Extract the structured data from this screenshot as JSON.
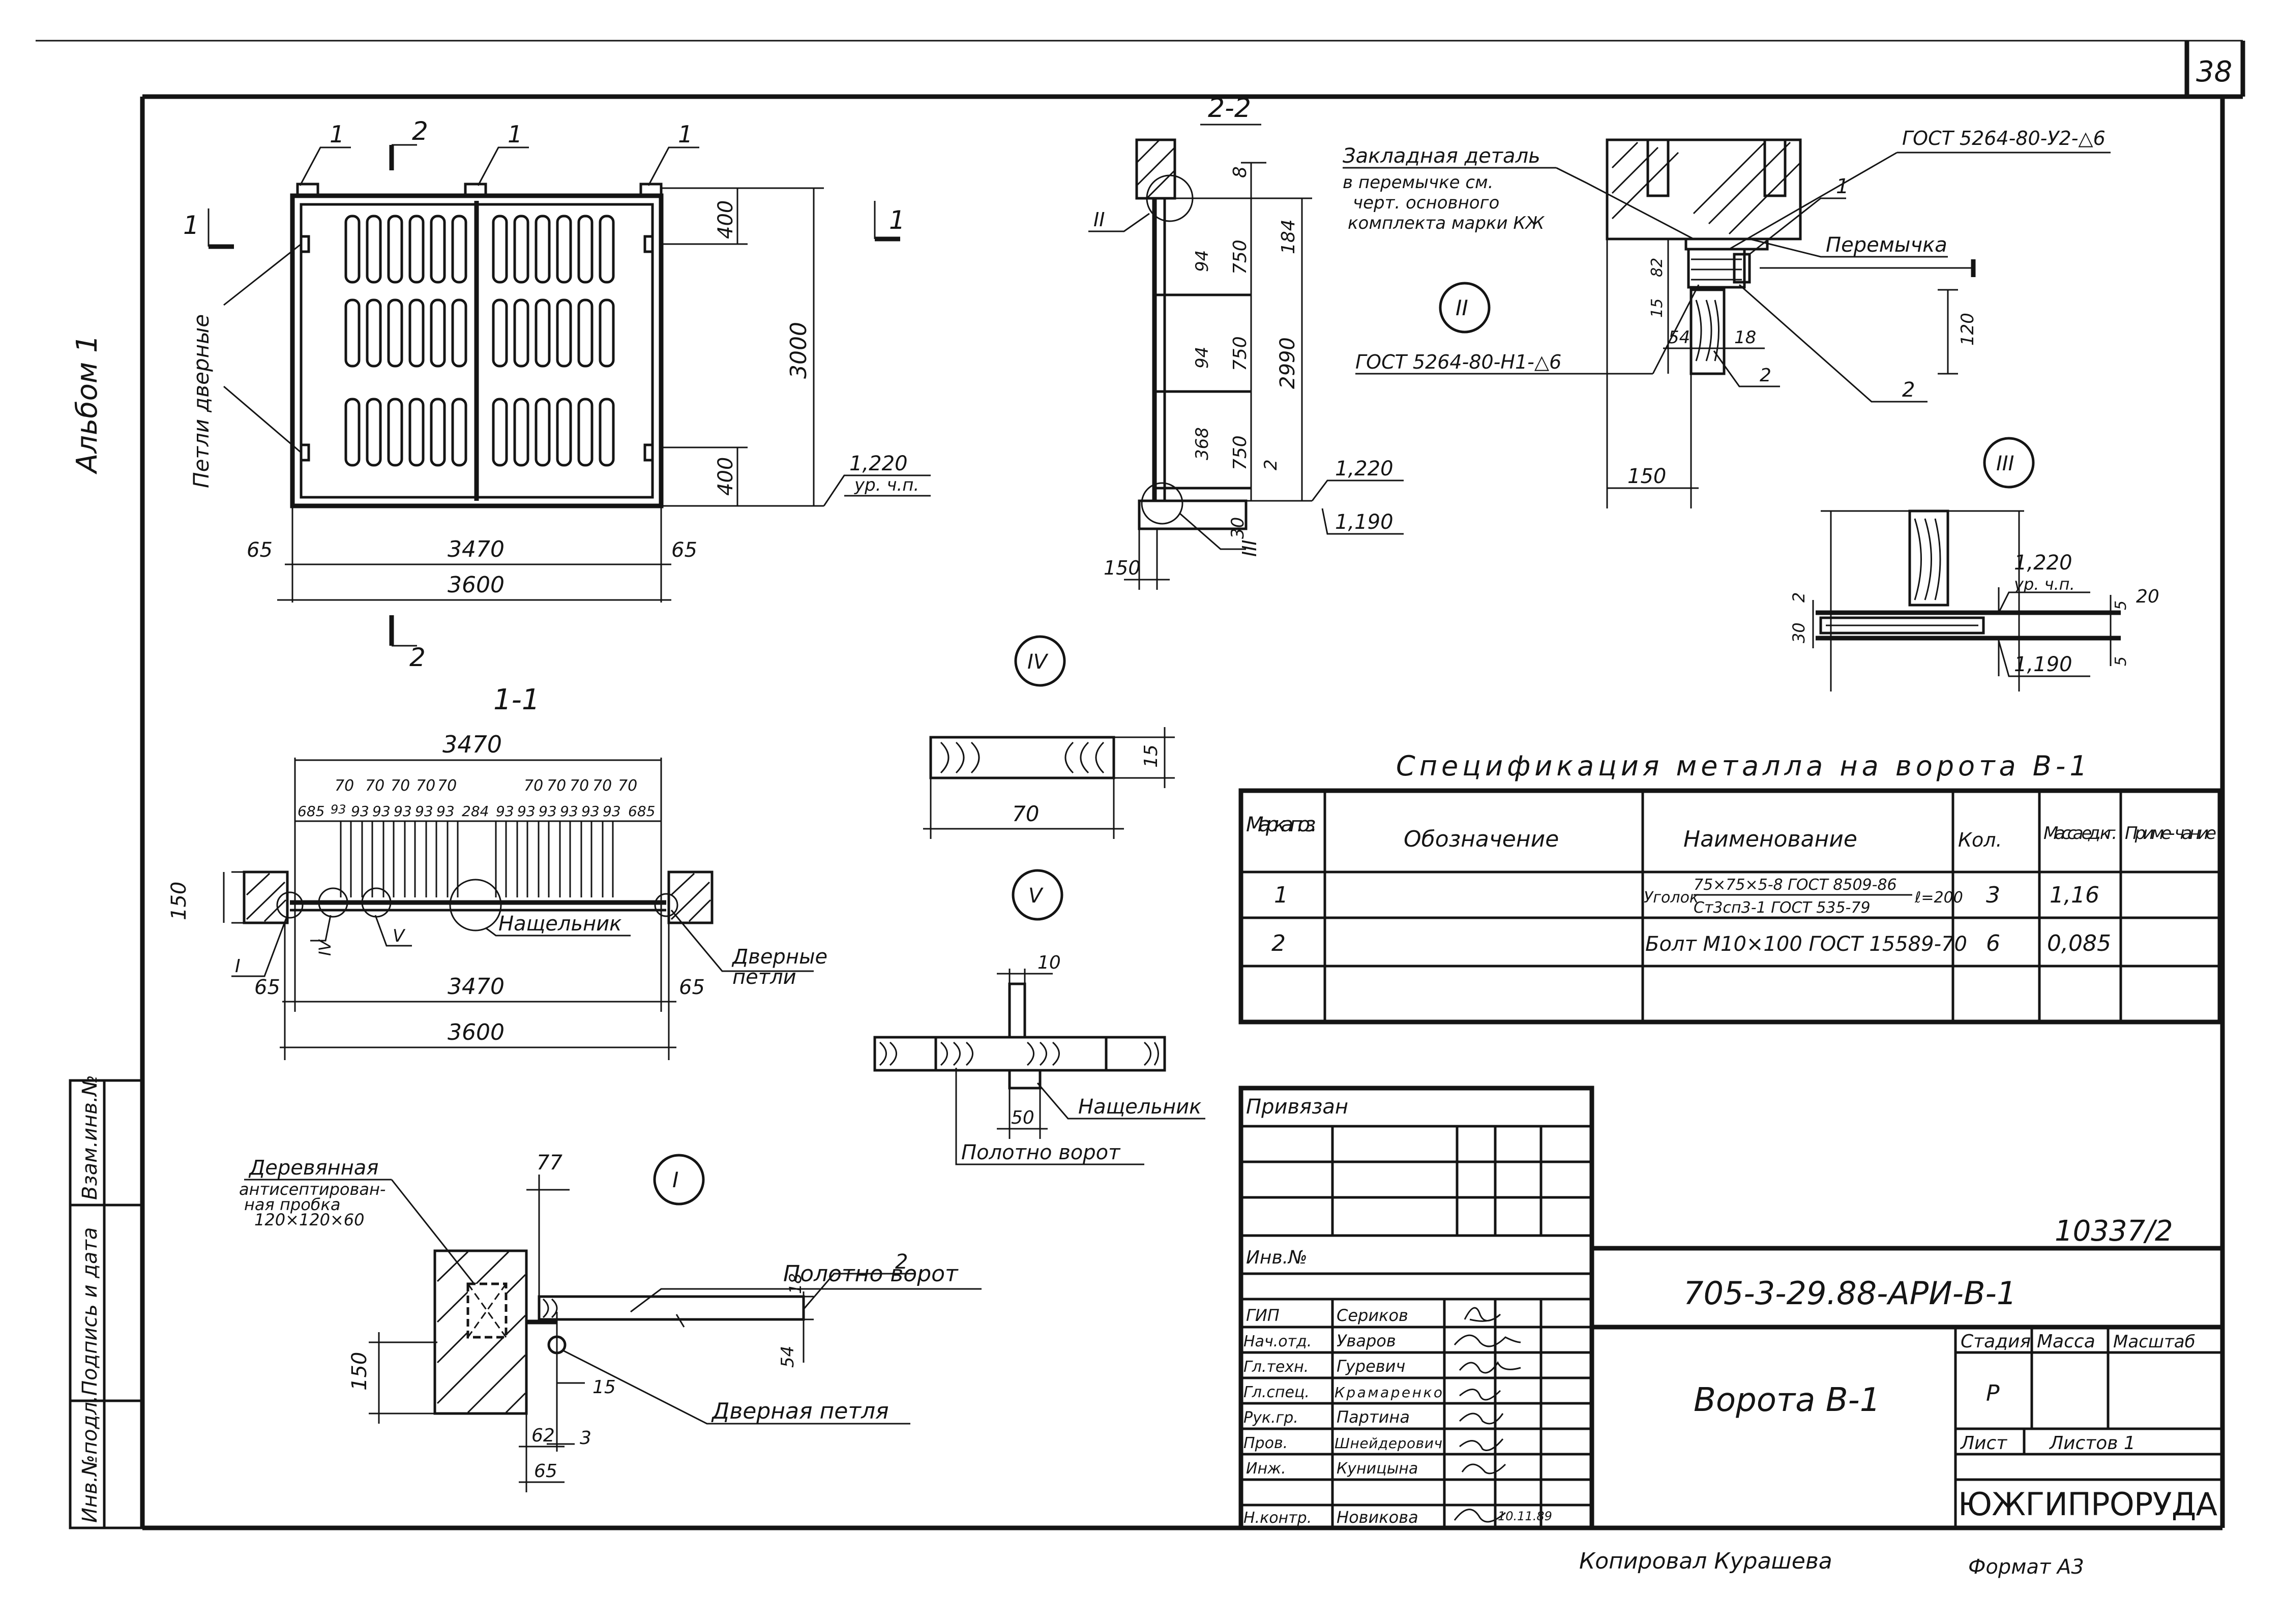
{
  "sheet": {
    "number": "38",
    "album": "Альбом 1"
  },
  "side_stamp": {
    "inv_podl": "Инв.№подл.",
    "podpis": "Подпись и дата",
    "vzam": "Взам.инв.№"
  },
  "front_view": {
    "section_marks": [
      "1",
      "1",
      "2",
      "2"
    ],
    "leaders": [
      "1",
      "1",
      "1"
    ],
    "hinges_label": "Петли дверные",
    "dims": {
      "h400_top": "400",
      "h400_bot": "400",
      "h3000": "3000",
      "w3470": "3470",
      "w3600": "3600",
      "w65a": "65",
      "w65b": "65",
      "lvl": "1,220",
      "lvl_note": "ур. ч.п."
    }
  },
  "section_2_2": {
    "title": "2-2",
    "dims": [
      "8",
      "94",
      "750",
      "184",
      "94",
      "750",
      "2990",
      "368",
      "750",
      "2",
      "30",
      "150",
      "1,220",
      "1,190"
    ],
    "markers": [
      "II",
      "III"
    ]
  },
  "detail_II": {
    "marker": "II",
    "note_lines": [
      "Закладная деталь",
      "в перемычке см.",
      "черт. основного",
      "комплекта марки КЖ"
    ],
    "gost_top": "ГОСТ 5264-80-У2-△6",
    "gost_left": "ГОСТ 5264-80-Н1-△6",
    "labels": [
      "1",
      "Перемычка",
      "2",
      "2"
    ],
    "dims": [
      "82",
      "15",
      "54",
      "18",
      "120",
      "150"
    ]
  },
  "detail_III": {
    "marker": "III",
    "dims": [
      "2",
      "30",
      "1,220",
      "ур. ч.п.",
      "5",
      "20",
      "5",
      "1,190"
    ]
  },
  "section_1_1": {
    "title": "1-1",
    "top_dim": "3470",
    "chain_top": [
      "70",
      "70",
      "70",
      "70",
      "70",
      "70",
      "70",
      "70",
      "70",
      "70"
    ],
    "chain": [
      "685",
      "93",
      "93",
      "93",
      "93",
      "93",
      "93",
      "284",
      "93",
      "93",
      "93",
      "93",
      "93",
      "93",
      "685"
    ],
    "left_dim": "150",
    "labels": [
      "I",
      "IV",
      "V",
      "Нащельник",
      "Дверные",
      "петли"
    ],
    "dims": {
      "w65a": "65",
      "w3470": "3470",
      "w65b": "65",
      "w3600": "3600"
    }
  },
  "detail_IV": {
    "marker": "IV",
    "dims": [
      "15",
      "70"
    ]
  },
  "detail_V": {
    "marker": "V",
    "dims": [
      "10",
      "50"
    ],
    "labels": [
      "Нащельник",
      "Полотно ворот"
    ]
  },
  "detail_I": {
    "marker": "I",
    "plug_lines": [
      "Деревянная",
      "антисептирован-",
      "ная пробка",
      "120×120×60"
    ],
    "labels": [
      "Полотно ворот",
      "2",
      "Дверная петля"
    ],
    "dims": [
      "77",
      "18",
      "54",
      "150",
      "15",
      "3",
      "62",
      "65"
    ]
  },
  "spec": {
    "title": "Спецификация металла на ворота В-1",
    "headers": [
      "Марка поз.",
      "Обозначение",
      "Наименование",
      "Кол.",
      "Масса ед. кг.",
      "Приме- чание"
    ],
    "rows": [
      {
        "pos": "1",
        "name1": "75×75×5-8 ГОСТ 8509-86",
        "name2": "Ст3сп3-1 ГОСТ 535-79",
        "prefix": "Уголок",
        "suffix": "ℓ=200",
        "qty": "3",
        "mass": "1,16"
      },
      {
        "pos": "2",
        "name1": "Болт М10×100 ГОСТ 15589-70",
        "qty": "6",
        "mass": "0,085"
      }
    ]
  },
  "title_block": {
    "privyazan": "Привязан",
    "inv": "Инв.№",
    "doc_no": "10337/2",
    "code": "705-3-29.88-АРИ-В-1",
    "name": "Ворота В-1",
    "stage_label": "Стадия",
    "mass_label": "Масса",
    "scale_label": "Масштаб",
    "stage": "Р",
    "sheet_label": "Лист",
    "sheets_label": "Листов 1",
    "org": "ЮЖГИПРОРУДА",
    "date": "10.11.89",
    "staff": [
      {
        "role": "ГИП",
        "name": "Сериков"
      },
      {
        "role": "Нач.отд.",
        "name": "Уваров"
      },
      {
        "role": "Гл.техн.",
        "name": "Гуревич"
      },
      {
        "role": "Гл.спец.",
        "name": "Крамаренко"
      },
      {
        "role": "Рук.гр.",
        "name": "Партина"
      },
      {
        "role": "Пров.",
        "name": "Шнейдерович"
      },
      {
        "role": "Инж.",
        "name": "Куницына"
      },
      {
        "role": "Н.контр.",
        "name": "Новикова"
      }
    ]
  },
  "footer": {
    "copied": "Копировал Курашева",
    "format": "Формат А3"
  }
}
